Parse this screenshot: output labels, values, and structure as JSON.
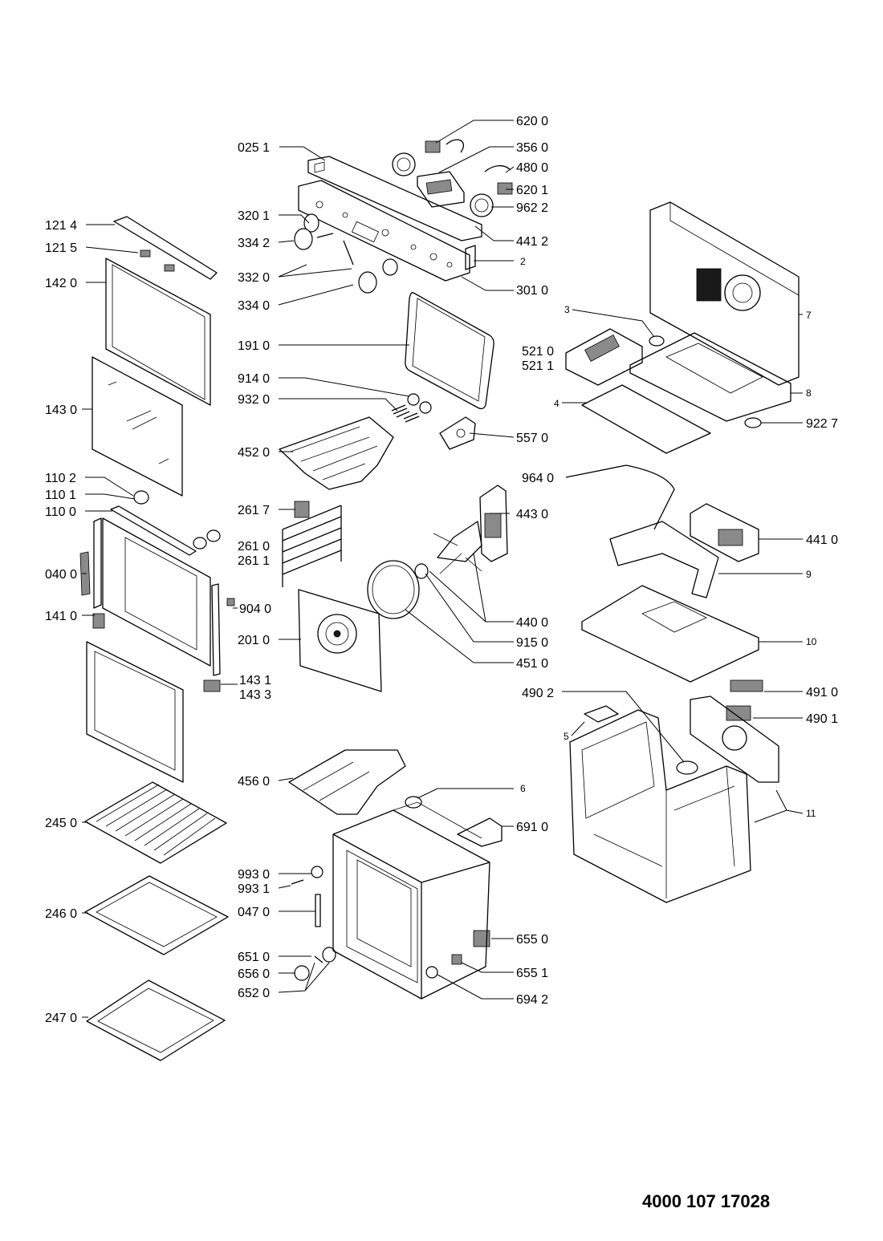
{
  "document_number": "4000 107 17028",
  "labels": {
    "l6200": "620 0",
    "l3560": "356 0",
    "l4800": "480 0",
    "l6201": "620 1",
    "l9622": "962 2",
    "l4412": "441 2",
    "l2": "2",
    "l3010": "301 0",
    "l0251": "025 1",
    "l3201": "320 1",
    "l3342": "334 2",
    "l3320": "332 0",
    "l3340": "334 0",
    "l1214": "121 4",
    "l1215": "121 5",
    "l1420": "142 0",
    "l1910": "191 0",
    "l9140": "914 0",
    "l9320": "932 0",
    "l4520": "452 0",
    "l5570": "557 0",
    "l1430": "143 0",
    "l1102": "110 2",
    "l1101": "110 1",
    "l1100": "110 0",
    "l2617": "261 7",
    "l2610": "261 0",
    "l2611": "261 1",
    "l0400": "040 0",
    "l1410": "141 0",
    "l9040": "904 0",
    "l2010": "201 0",
    "l1431": "143 1",
    "l1433": "143 3",
    "l4430": "443 0",
    "l4400": "440 0",
    "l9150": "915 0",
    "l4510": "451 0",
    "l3": "3",
    "l5210": "521 0",
    "l5211": "521 1",
    "l4": "4",
    "l7": "7",
    "l8": "8",
    "l9227": "922 7",
    "l9640": "964 0",
    "l4410": "441 0",
    "l9": "9",
    "l10": "10",
    "l4902": "490 2",
    "l4910": "491 0",
    "l4901": "490 1",
    "l5": "5",
    "l11": "11",
    "l4560": "456 0",
    "l6": "6",
    "l6910": "691 0",
    "l2450": "245 0",
    "l9930": "993 0",
    "l9931": "993 1",
    "l0470": "047 0",
    "l2460": "246 0",
    "l6550": "655 0",
    "l6510": "651 0",
    "l6560": "656 0",
    "l6520": "652 0",
    "l6551": "655 1",
    "l6942": "694 2",
    "l2470": "247 0"
  }
}
